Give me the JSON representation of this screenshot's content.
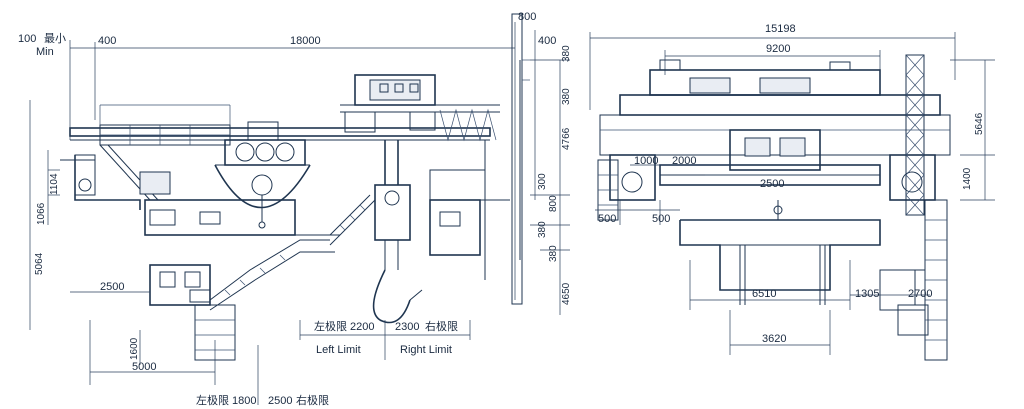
{
  "dims": {
    "left": {
      "top_min_value": "100",
      "top_min_cn": "最小",
      "top_min_en": "Min",
      "d400_top": "400",
      "d18000": "18000",
      "d800_top": "800",
      "d400_right": "400",
      "d380_a": "380",
      "d380_b": "380",
      "d4766": "4766",
      "d300": "300",
      "d800_mid": "800",
      "d380_c": "380",
      "d380_d": "380",
      "d4650": "4650",
      "d1104": "1104",
      "d1066": "1066",
      "d5064": "5064",
      "d2500": "2500",
      "d1600": "1600",
      "d5000": "5000"
    },
    "right": {
      "d15198": "15198",
      "d9200": "9200",
      "d5646": "5646",
      "d1000": "1000",
      "d2000": "2000",
      "d2500": "2500",
      "d1400": "1400",
      "d500_a": "500",
      "d500_b": "500",
      "d6510": "6510",
      "d1305": "1305",
      "d2700": "2700",
      "d3620": "3620"
    }
  },
  "limits": {
    "upper": {
      "left_cn": "左极限",
      "left_value": "2200",
      "right_value": "2300",
      "right_cn": "右极限",
      "left_en": "Left Limit",
      "right_en": "Right Limit"
    },
    "lower": {
      "left_cn": "左极限",
      "left_value": "1800",
      "right_value": "2500",
      "right_cn": "右极限"
    }
  }
}
